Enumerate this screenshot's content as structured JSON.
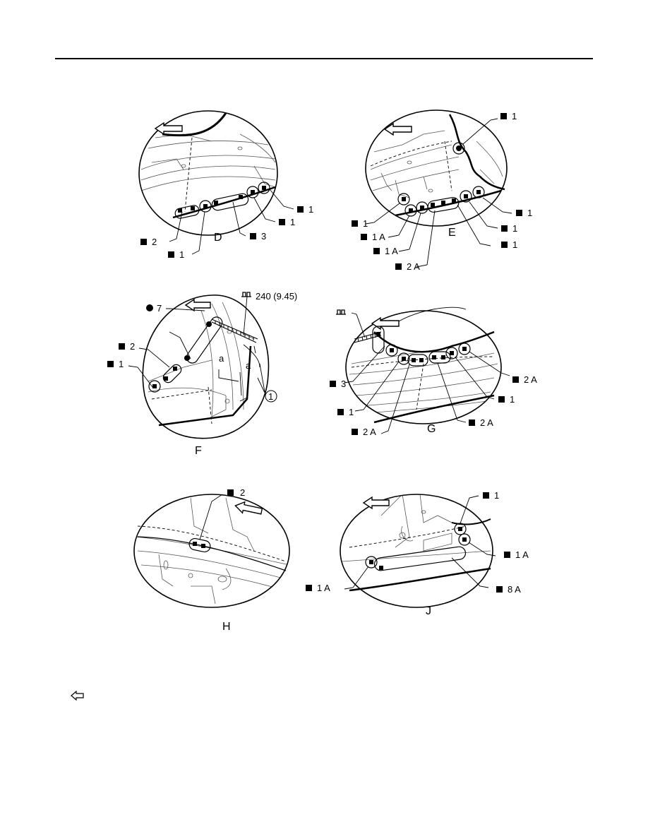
{
  "figures": {
    "D": {
      "label": "D",
      "callouts": [
        "1",
        "1",
        "3",
        "2",
        "1"
      ]
    },
    "E": {
      "label": "E",
      "callouts": [
        "1",
        "1",
        "1",
        "1",
        "1",
        "1 A",
        "1 A",
        "2 A"
      ]
    },
    "F": {
      "label": "F",
      "callouts": [
        "7",
        "2",
        "1"
      ],
      "bead_spec": "240 (9.45)",
      "dimension_mark": "a",
      "circled_number": "1"
    },
    "G": {
      "label": "G",
      "callouts": [
        "3",
        "1",
        "2 A",
        "2 A",
        "1",
        "2 A"
      ]
    },
    "H": {
      "label": "H",
      "callouts": [
        "2"
      ]
    },
    "J": {
      "label": "J",
      "callouts": [
        "1",
        "1 A",
        "1 A",
        "8 A"
      ]
    }
  },
  "icons": {
    "spot_weld": "filled-square-icon",
    "arc_weld": "filled-circle-icon",
    "sealer_bead": "bead-icon",
    "forward_direction": "arrow-icon",
    "navigation": "back-arrow-icon"
  }
}
